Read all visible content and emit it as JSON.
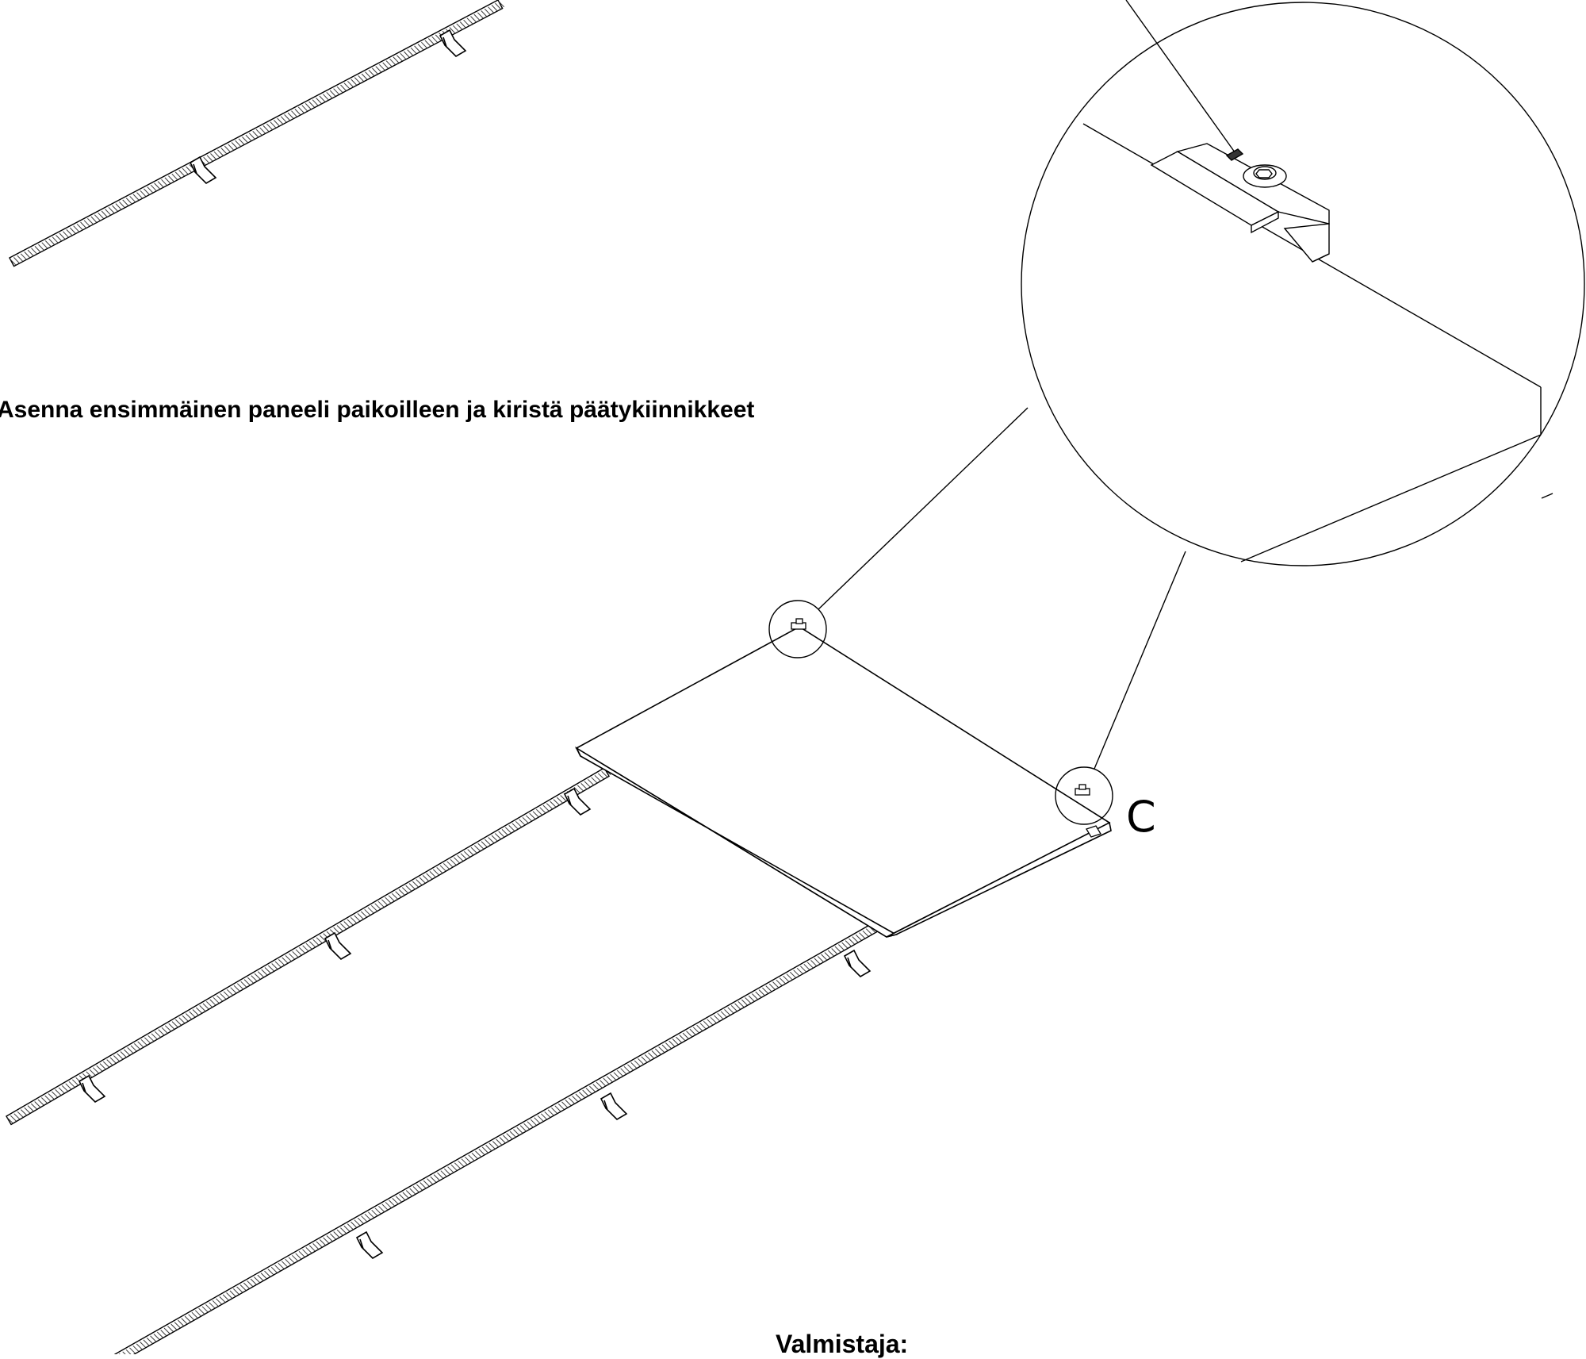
{
  "instruction": "Asenna ensimmäinen paneeli paikoilleen ja kiristä päätykiinnikkeet",
  "detail_label": "C",
  "manufacturer_label": "Valmistaja:",
  "colors": {
    "line": "#000000",
    "rail_fill": "#3a3a3a",
    "background": "#ffffff"
  }
}
